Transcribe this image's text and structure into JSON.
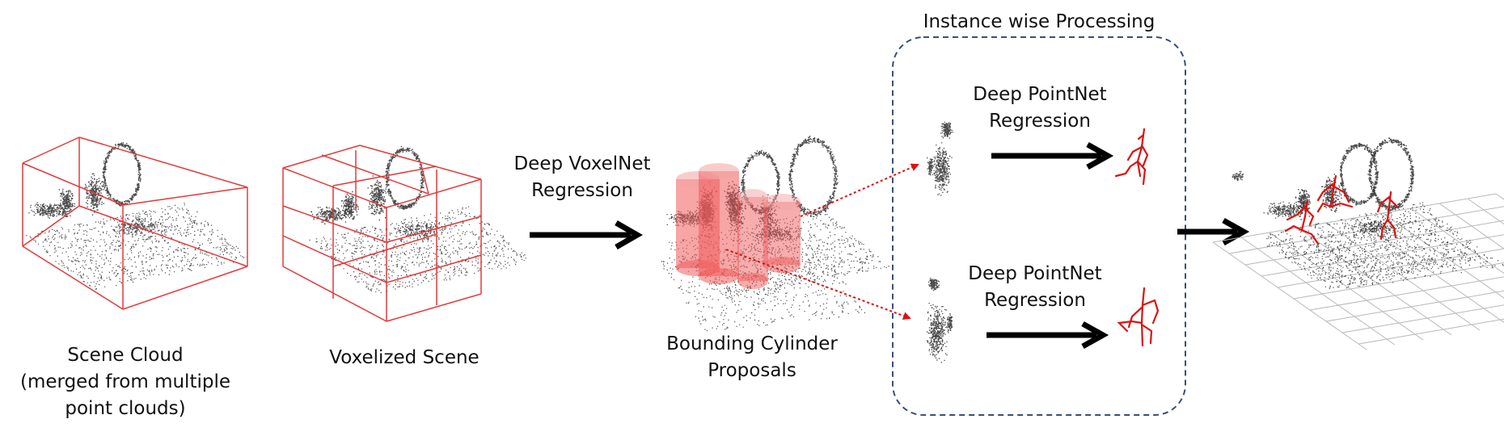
{
  "labels": {
    "scene_cloud": [
      "Scene Cloud",
      "(merged from multiple",
      "point clouds)"
    ],
    "voxelized_scene": "Voxelized Scene",
    "voxelnet_regression": [
      "Deep VoxelNet",
      "Regression"
    ],
    "bounding_cylinder": [
      "Bounding Cylinder",
      "Proposals"
    ],
    "instance_processing": "Instance wise Processing",
    "pointnet_regression_top": [
      "Deep PointNet",
      "Regression"
    ],
    "pointnet_regression_bottom": [
      "Deep PointNet",
      "Regression"
    ]
  },
  "colors": {
    "box_red": "#e23a3a",
    "skeleton_red": "#dd1111",
    "cylinder_fill": "#f05b5b",
    "dash_blue": "#3a4f75",
    "arrow_black": "#000000",
    "grid_gray": "#b8b8b8",
    "point_dark": "#2a2a2a"
  },
  "icons": {
    "point_cloud": "scene-point-cloud-icon",
    "skeleton": "stick-figure-skeleton-icon",
    "cylinder": "bounding-cylinder-icon"
  }
}
